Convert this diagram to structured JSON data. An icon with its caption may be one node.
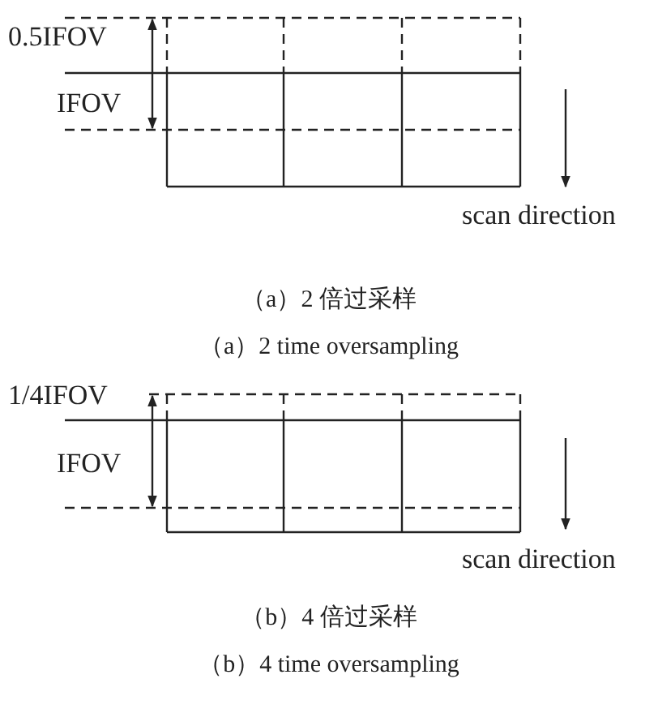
{
  "diagram": {
    "labels": [
      "0.5IFOV",
      "IFOV",
      "scan direction",
      "（a）2 倍过采样",
      "（a）2 time oversampling",
      "1/4IFOV",
      "IFOV",
      "scan direction",
      "（b）4 倍过采样",
      "（b）4 time oversampling"
    ]
  }
}
